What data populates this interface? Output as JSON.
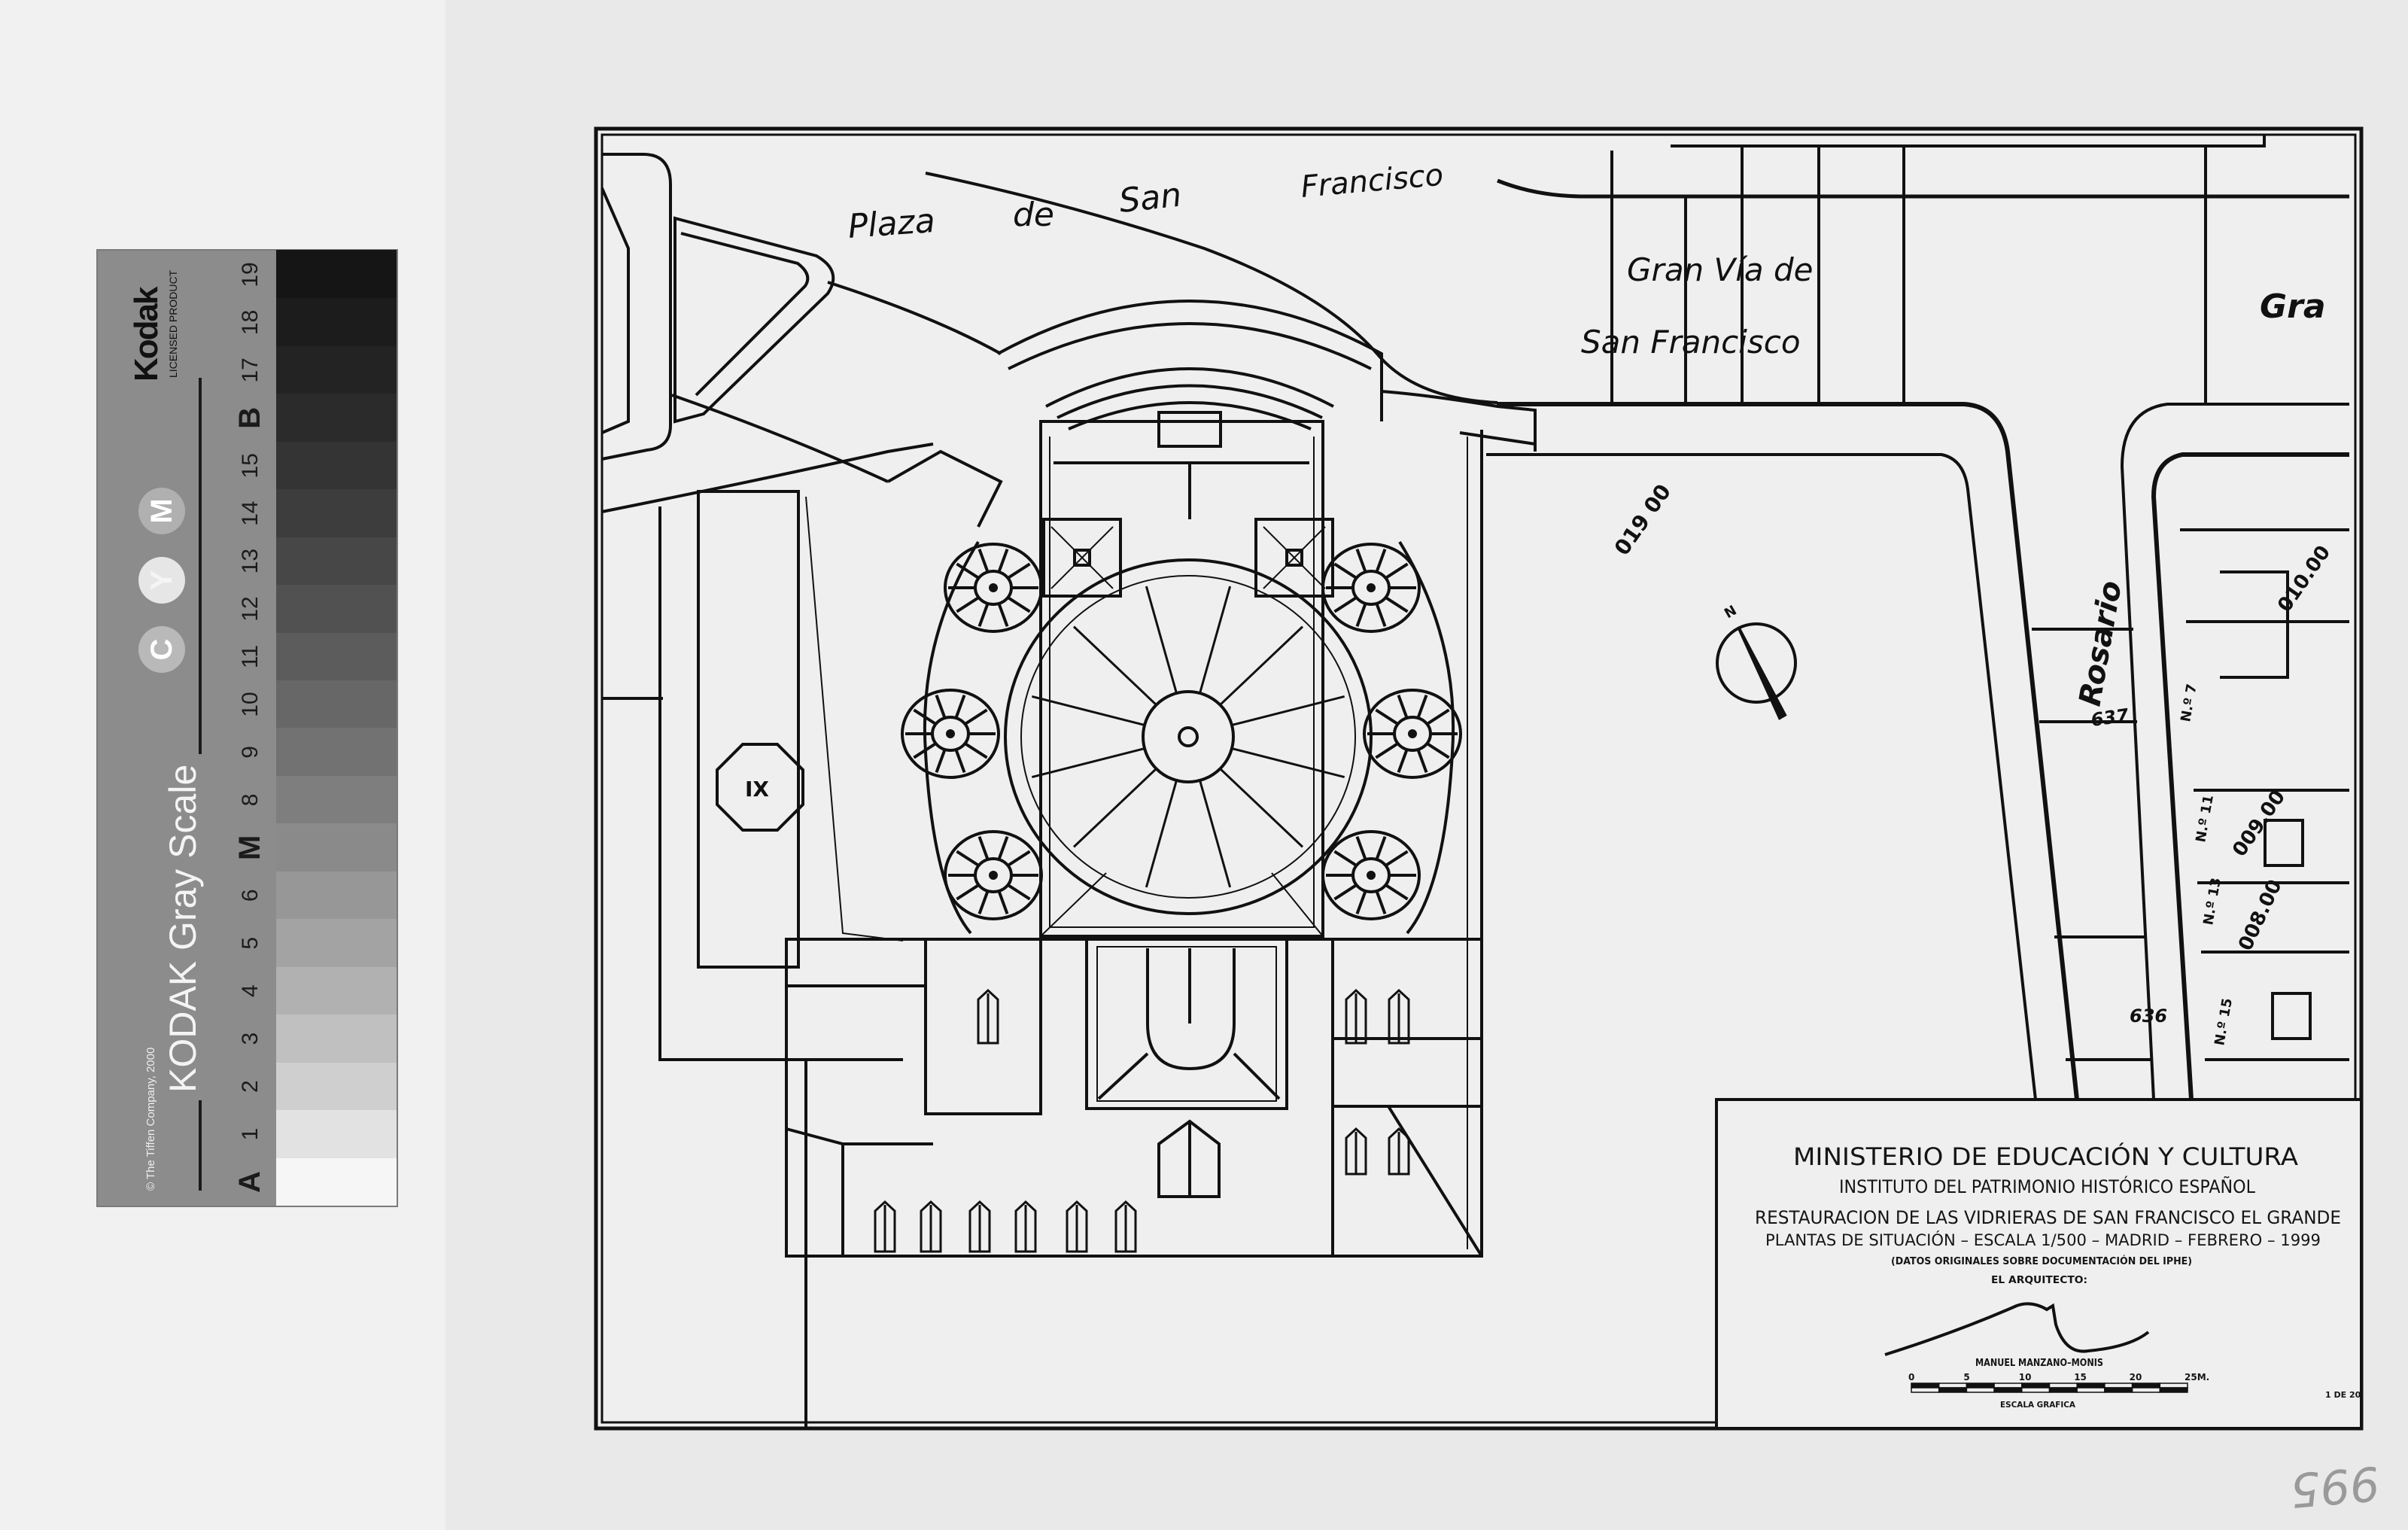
{
  "gray_scale_card": {
    "brand": "Kodak",
    "licensed": "LICENSED PRODUCT",
    "title": "KODAK Gray Scale",
    "copyright": "© The Tiffen Company, 2000",
    "cym": [
      "C",
      "Y",
      "M"
    ],
    "cym_colors": [
      "#b9b9b9",
      "#e6e6e6",
      "#b0b0b0"
    ],
    "labels": [
      "A",
      "1",
      "2",
      "3",
      "4",
      "5",
      "6",
      "M",
      "8",
      "9",
      "10",
      "11",
      "12",
      "13",
      "14",
      "15",
      "B",
      "17",
      "18",
      "19"
    ],
    "patch_colors": [
      "#f6f6f6",
      "#e2e2e2",
      "#cfcfcf",
      "#c0c0c0",
      "#b1b1b1",
      "#a3a3a3",
      "#979797",
      "#8a8a8a",
      "#7e7e7e",
      "#727272",
      "#676767",
      "#5c5c5c",
      "#515151",
      "#474747",
      "#3d3d3d",
      "#343434",
      "#2b2b2b",
      "#232323",
      "#1c1c1c",
      "#151515"
    ]
  },
  "map": {
    "streets": {
      "plaza_1": "Plaza",
      "plaza_2": "de",
      "plaza_3": "San",
      "plaza_4": "Francisco",
      "granvia_1": "Gran Vía de",
      "granvia_2": "San Francisco",
      "granvia_3": "Gra",
      "rosario": "Rosario"
    },
    "elevations": [
      "019 00",
      "010.00",
      "009.00",
      "008.00"
    ],
    "lot_numbers": [
      "637",
      "636",
      "N.º 7",
      "N.º 11",
      "N.º 13",
      "N.º 15"
    ],
    "octagon_label": "IX",
    "north": "N"
  },
  "title_block": {
    "line1": "MINISTERIO DE EDUCACIÓN Y CULTURA",
    "line2": "INSTITUTO DEL PATRIMONIO HISTÓRICO ESPAÑOL",
    "line3": "RESTAURACION DE LAS VIDRIERAS DE SAN FRANCISCO EL GRANDE",
    "line4": "PLANTAS DE SITUACIÓN – ESCALA 1/500 – MADRID – FEBRERO – 1999",
    "line5": "(DATOS ORIGINALES SOBRE DOCUMENTACIÓN DEL IPHE)",
    "architect_label": "EL ARQUITECTO:",
    "architect_name": "MANUEL MANZANO–MONIS",
    "scale_ticks": [
      "0",
      "5",
      "10",
      "15",
      "20",
      "25M."
    ],
    "scale_label": "ESCALA GRAFICA",
    "sheet": "1 DE 20"
  },
  "handwritten_page_number": "995"
}
